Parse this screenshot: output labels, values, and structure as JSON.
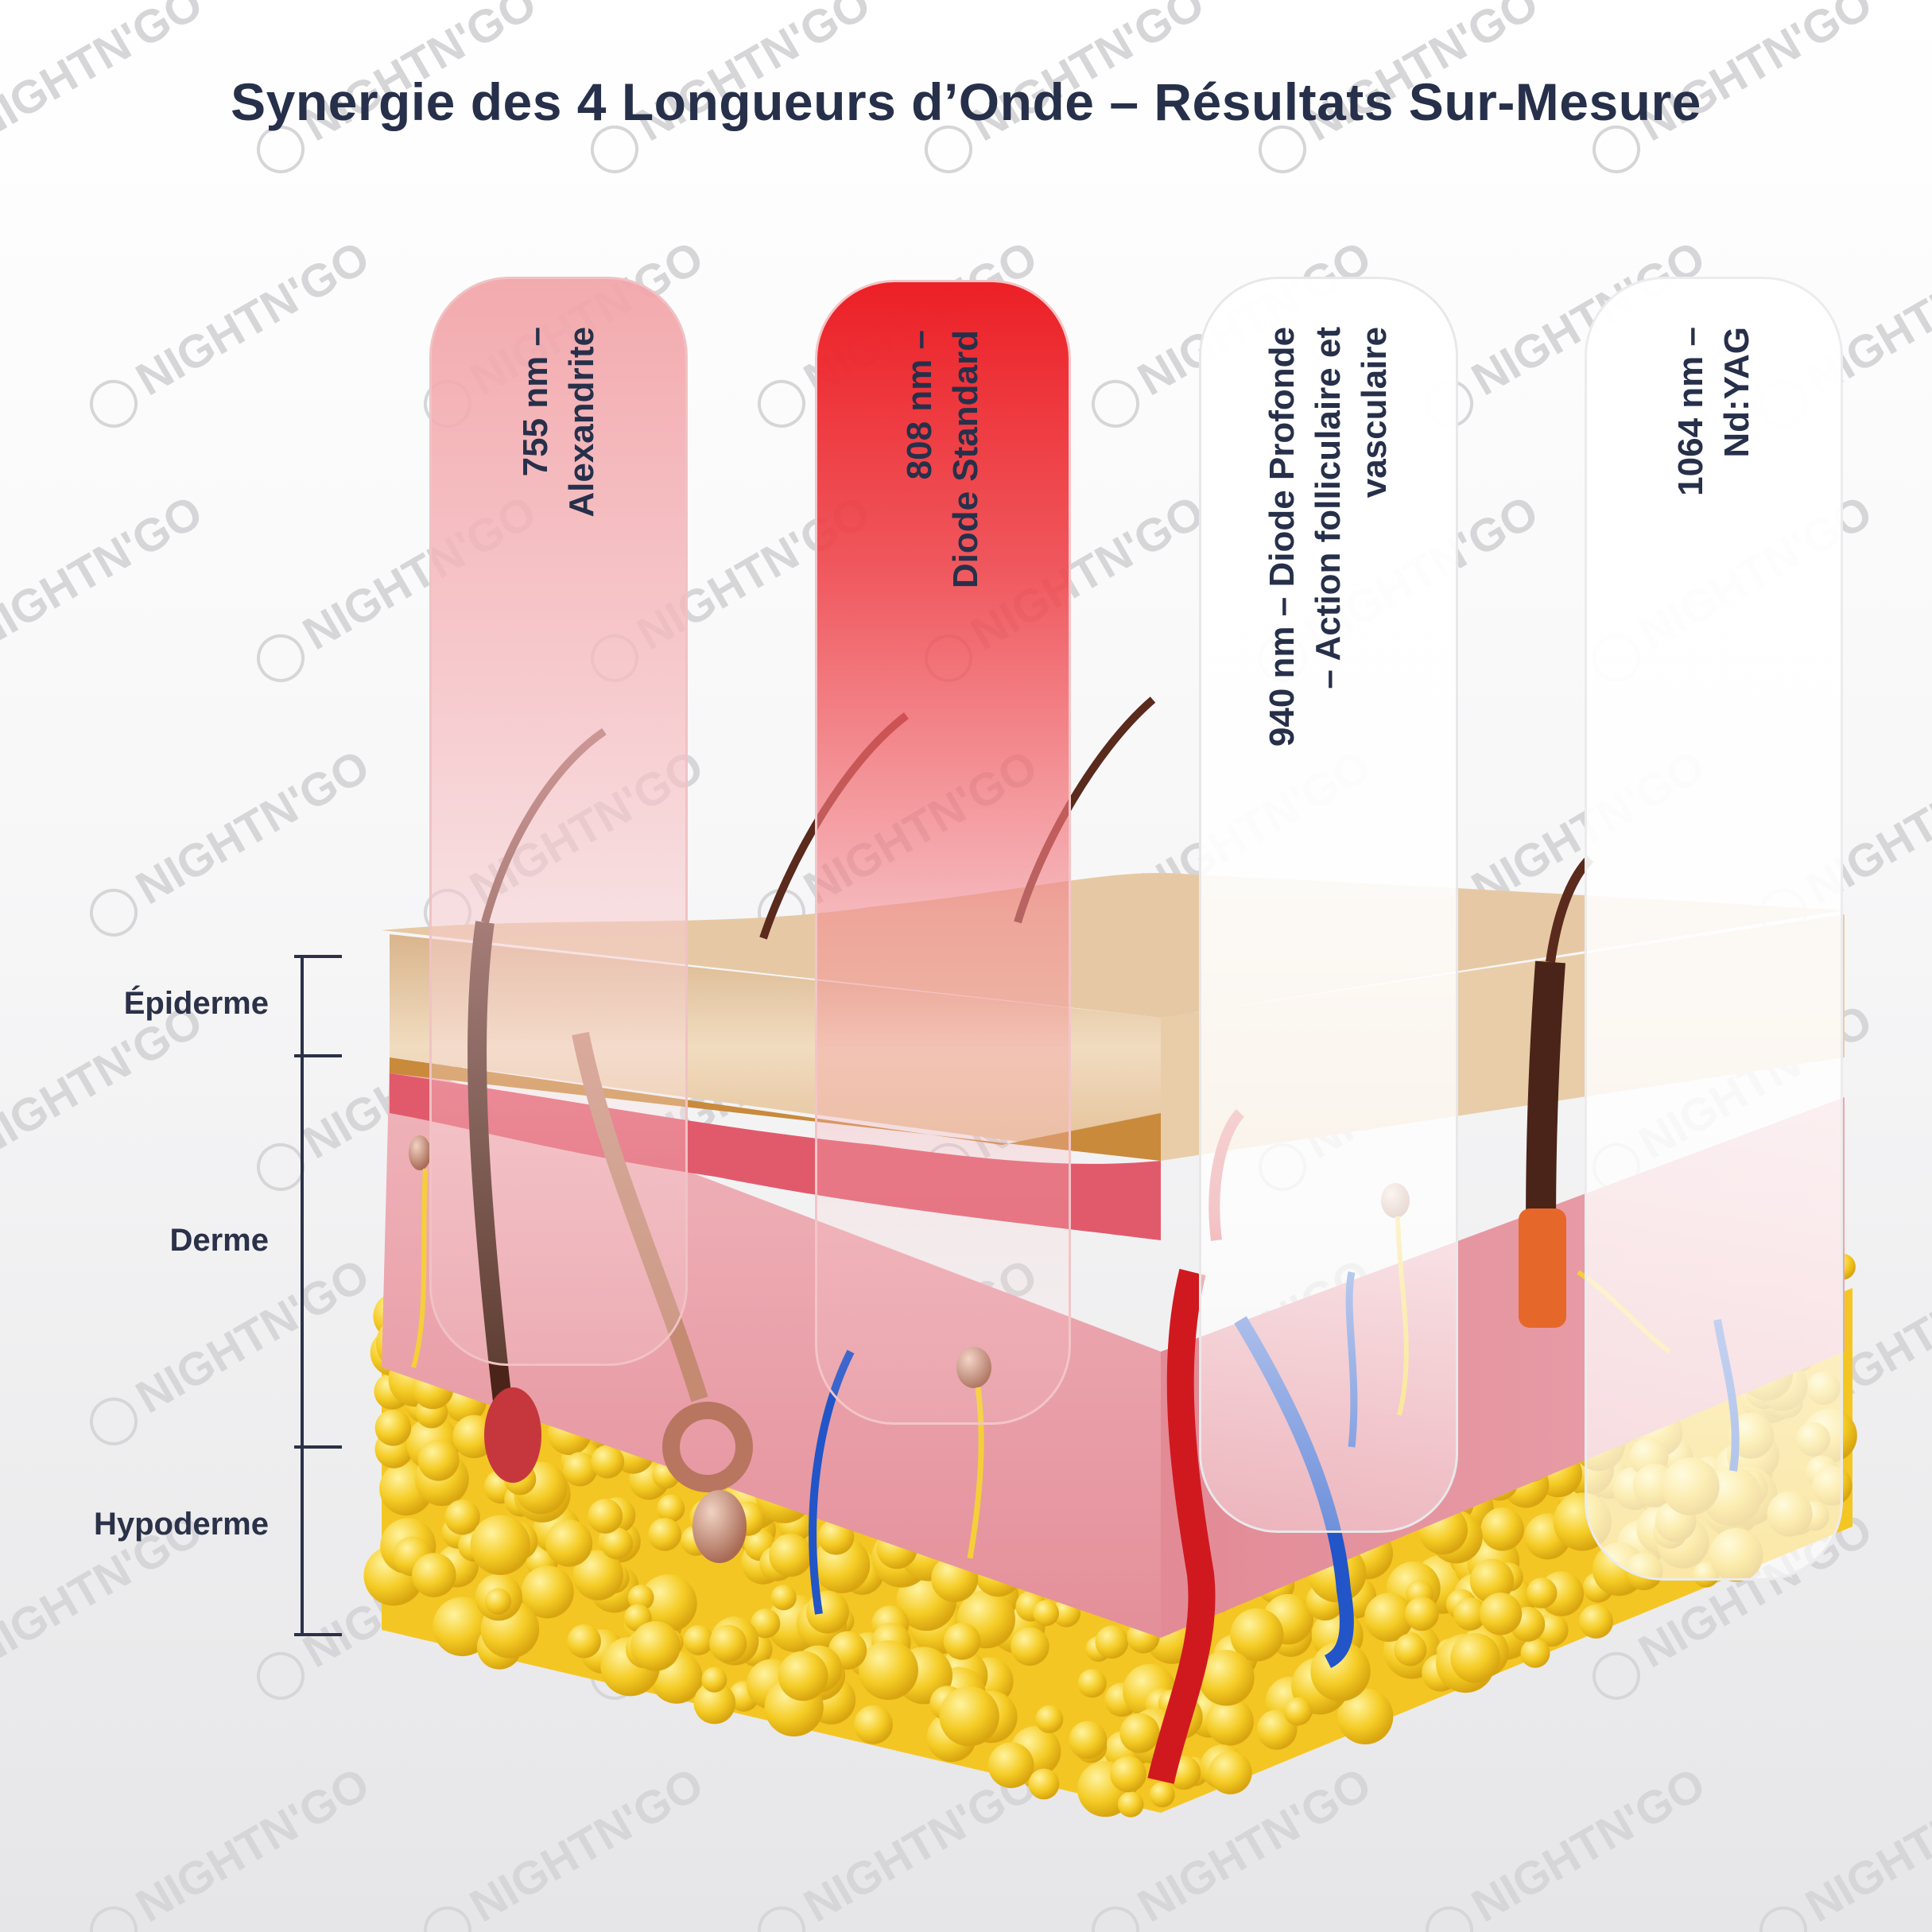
{
  "title": "Synergie des 4 Longueurs d’Onde – Résultats Sur-Mesure",
  "watermark": {
    "text": "NIGHTN'GO",
    "color": "#d6d6d8"
  },
  "layers": {
    "epiderme": "Épiderme",
    "derme": "Derme",
    "hypoderme": "Hypoderme"
  },
  "bands": [
    {
      "line1": "755 nm –",
      "line2": "Alexandrite",
      "line3": "",
      "color": "#f2a6aa"
    },
    {
      "line1": "808 nm –",
      "line2": "Diode Standard",
      "line3": "",
      "color": "#ef2a2e"
    },
    {
      "line1": "940 nm – Diode Profonde",
      "line2": "– Action folliculaire et",
      "line3": "vasculaire",
      "color": "#ffffff"
    },
    {
      "line1": "1064 nm –",
      "line2": "Nd:YAG",
      "line3": "",
      "color": "#ffffff"
    }
  ],
  "colors": {
    "title": "#27304a",
    "epidermis": "#e9c9a0",
    "dermis": "#e79aa3",
    "fat": "#f4c926",
    "artery": "#d82024",
    "vein": "#2456c9",
    "nerve": "#f5cf3a"
  }
}
